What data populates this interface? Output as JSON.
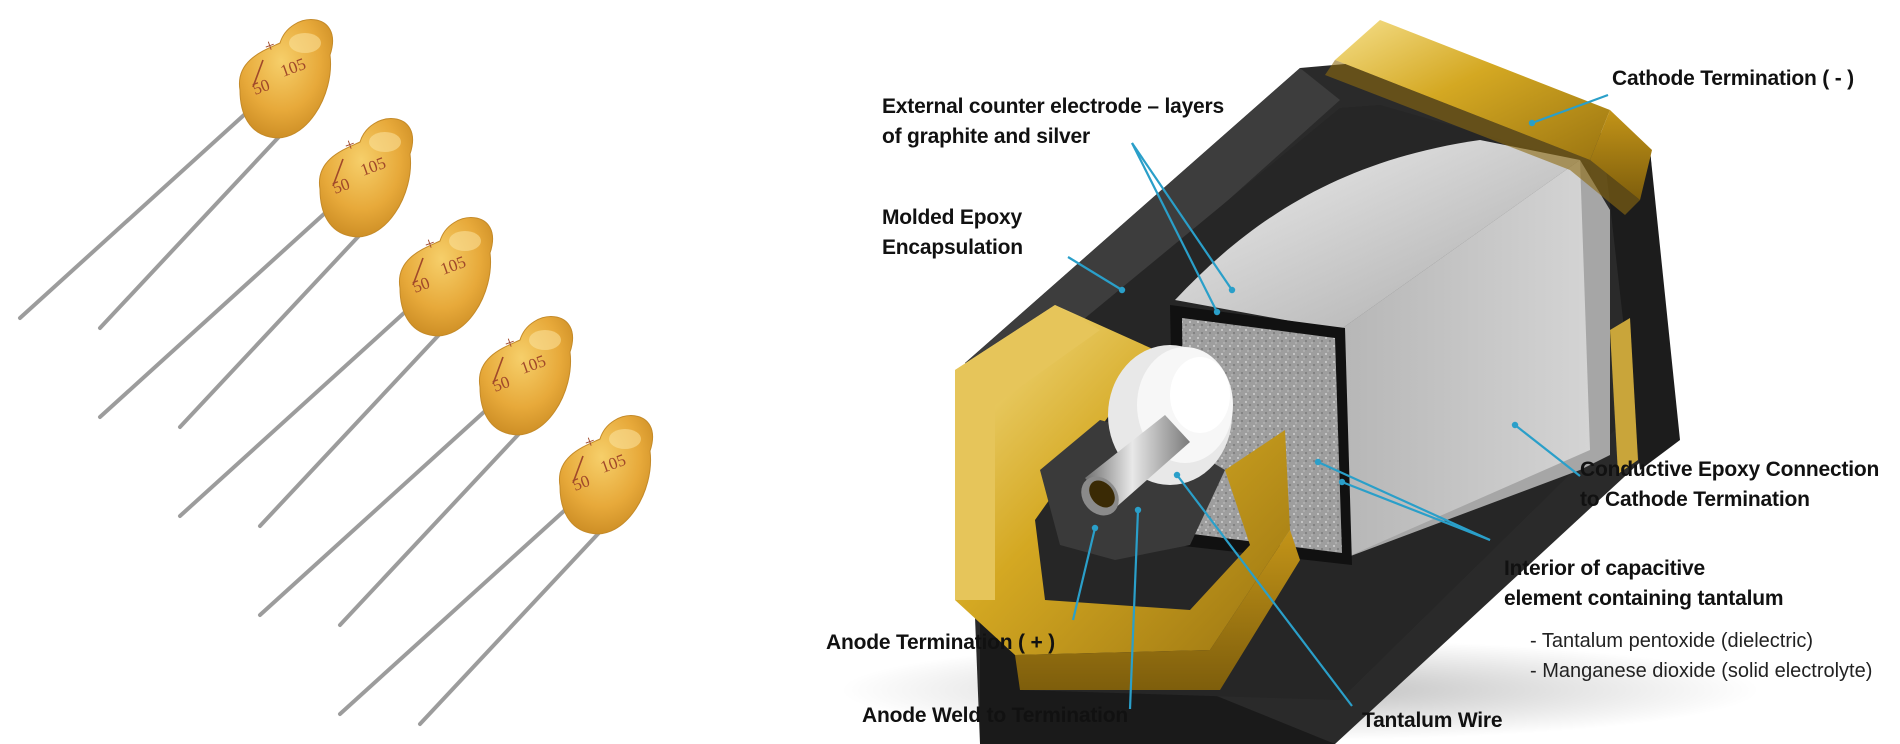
{
  "photo": {
    "capacitor_markings": {
      "polarity": "+",
      "value_code": "105",
      "voltage_code": "50"
    },
    "capacitor_count": 5
  },
  "diagram": {
    "labels": {
      "external_electrode": [
        "External counter electrode – layers",
        "of graphite and silver"
      ],
      "molded_epoxy": [
        "Molded Epoxy",
        "Encapsulation"
      ],
      "cathode_termination": "Cathode Termination ( - )",
      "conductive_epoxy": [
        "Conductive Epoxy Connection",
        "to Cathode Termination"
      ],
      "interior": [
        "Interior of capacitive",
        "element containing tantalum"
      ],
      "interior_notes": [
        "- Tantalum pentoxide (dielectric)",
        "- Manganese dioxide (solid electrolyte)"
      ],
      "anode_termination": "Anode Termination ( + )",
      "anode_weld": "Anode Weld to Termination",
      "tantalum_wire": "Tantalum Wire"
    },
    "colors": {
      "leader_line": "#2a9fc9",
      "gold": "#d4a822",
      "body_dark": "#2b2b2b",
      "capacitor_yellow": "#e6a838"
    }
  }
}
